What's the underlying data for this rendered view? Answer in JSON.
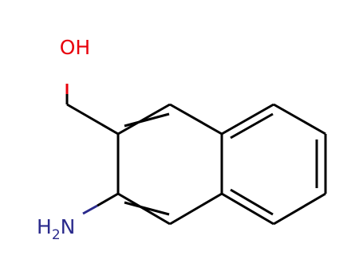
{
  "molecule": {
    "atoms": {
      "hydroxyl": {
        "text": "OH",
        "color": "#e8000b"
      },
      "amine": {
        "prefix": "H",
        "subscript": "2",
        "suffix": "N",
        "color": "#2a2a8c"
      }
    },
    "bond_color": "#000000"
  }
}
